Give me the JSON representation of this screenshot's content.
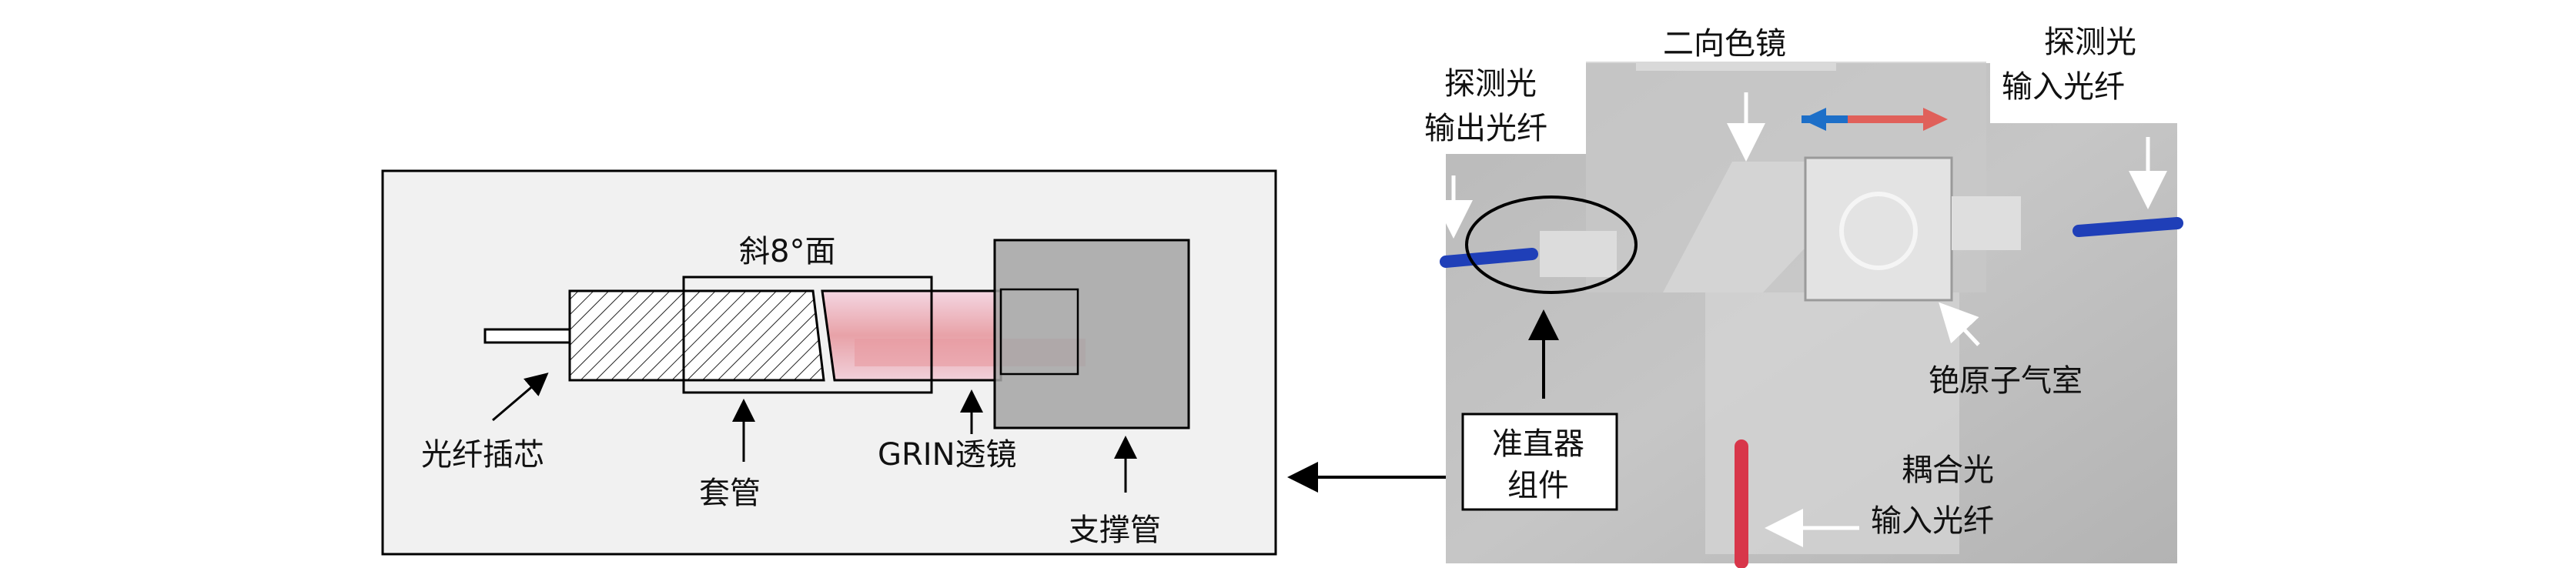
{
  "left_panel": {
    "labels": {
      "slant_face": "斜8°面",
      "fiber_ferrule": "光纤插芯",
      "sleeve": "套管",
      "grin_lens": "GRIN透镜",
      "support_tube": "支撑管"
    }
  },
  "right_panel": {
    "labels": {
      "probe_output_fiber": [
        "探测光",
        "输出光纤"
      ],
      "dichroic_mirror": "二向色镜",
      "probe_input_fiber": [
        "探测光",
        "输入光纤"
      ],
      "cesium_cell": "铯原子气室",
      "collimator": [
        "准直器",
        "组件"
      ],
      "coupling_input_fiber": [
        "耦合光",
        "输入光纤"
      ]
    }
  },
  "colors": {
    "blue_arrow": "#1d6fc8",
    "red_arrow": "#e0605a",
    "fiber_blue": "#1f3fb8",
    "fiber_red": "#d8364a",
    "panel_bg": "#f1f1f1"
  }
}
